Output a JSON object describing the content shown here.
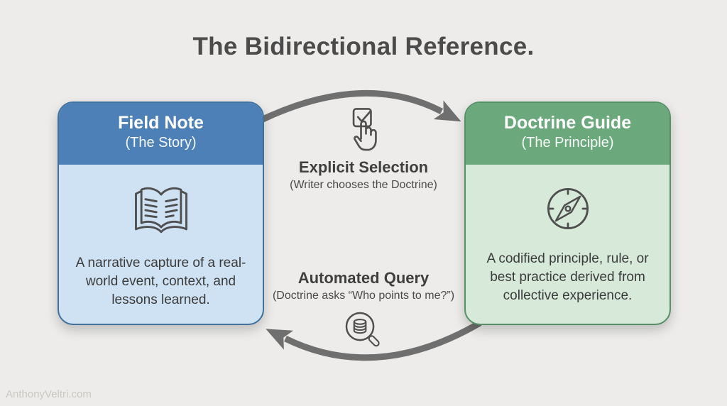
{
  "title": "The Bidirectional Reference.",
  "watermark": "AnthonyVeltri.com",
  "cards": {
    "field_note": {
      "title": "Field Note",
      "subtitle": "(The Story)",
      "description": "A narrative capture of a real-world event, context, and lessons learned.",
      "icon": "open-book-icon"
    },
    "doctrine_guide": {
      "title": "Doctrine Guide",
      "subtitle": "(The Principle)",
      "description": "A codified principle, rule, or best practice derived from collective experience.",
      "icon": "compass-icon"
    }
  },
  "connections": {
    "explicit_selection": {
      "label": "Explicit Selection",
      "sublabel": "(Writer chooses the Doctrine)",
      "icon": "checkbox-tap-icon",
      "direction": "field-note-to-doctrine-guide"
    },
    "automated_query": {
      "label": "Automated Query",
      "sublabel": "(Doctrine asks “Who points to me?”)",
      "icon": "database-search-icon",
      "direction": "doctrine-guide-to-field-note"
    }
  },
  "colors": {
    "background": "#edecea",
    "title_text": "#4b4b4b",
    "body_text": "#3b3b3b",
    "label_text": "#3f3f3f",
    "sublabel_text": "#4a4a4a",
    "arrow": "#6f6f6f",
    "field_header": "#4d80b6",
    "field_body": "#cfe2f3",
    "field_border": "#41729f",
    "doctrine_header": "#6ba97d",
    "doctrine_body": "#d7e9d9",
    "doctrine_border": "#559066",
    "icon_stroke": "#4f4f4f",
    "header_text": "#ffffff",
    "watermark": "#c9c8c3"
  }
}
